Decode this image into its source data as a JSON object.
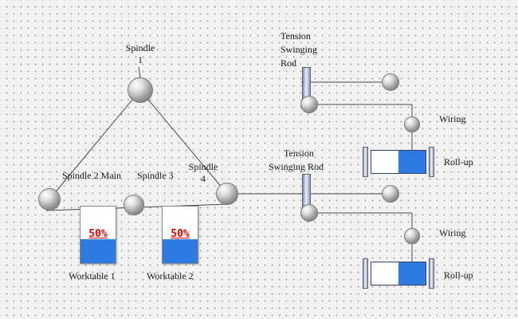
{
  "diagram": {
    "spindles": {
      "s1": {
        "label_line1": "Spindle",
        "label_line2": "1"
      },
      "s2": {
        "label": "Spindle 2 Main"
      },
      "s3": {
        "label": "Spindle 3"
      },
      "s4": {
        "label_line1": "Spindle",
        "label_line2": "4"
      }
    },
    "tension_top": {
      "line1": "Tension",
      "line2": "Swinging",
      "line3": "Rod"
    },
    "tension_bottom": {
      "line1": "Tension",
      "line2": "Swinging Rod"
    },
    "wiring_top": {
      "label": "Wiring"
    },
    "wiring_bottom": {
      "label": "Wiring"
    },
    "rollup_top": {
      "label": "Roll-up"
    },
    "rollup_bottom": {
      "label": "Roll-up"
    },
    "worktables": [
      {
        "label": "Worktable 1",
        "percent": "50%"
      },
      {
        "label": "Worktable 2",
        "percent": "50%"
      }
    ],
    "colors": {
      "fill_blue": "#2d7be0",
      "percent_red": "#e60000",
      "line": "#4a4a4a",
      "background": "#f2f2f0"
    }
  }
}
